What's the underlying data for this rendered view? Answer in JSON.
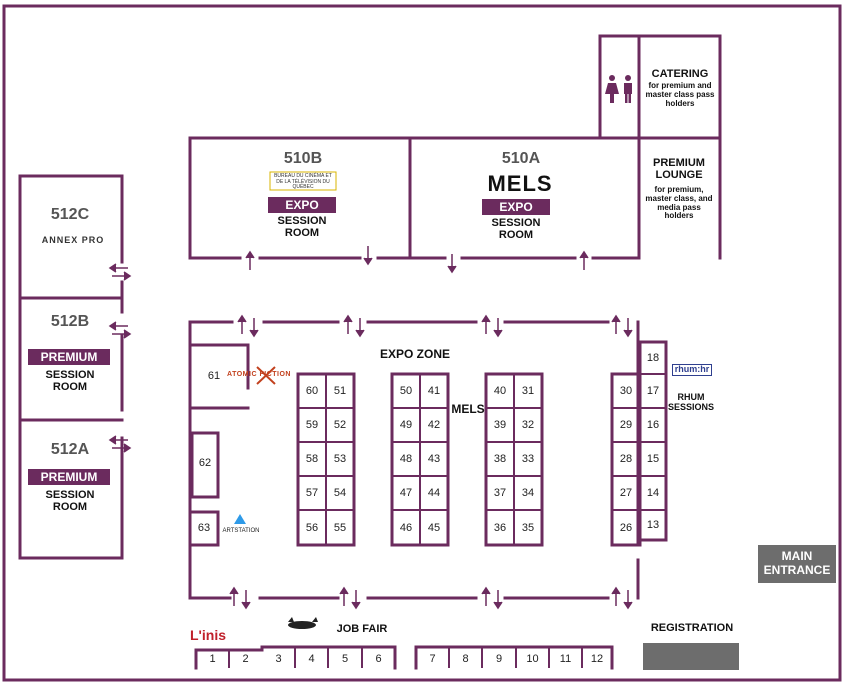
{
  "colors": {
    "wall": "#6b2b5e",
    "accent": "#6b2b5e",
    "entrance": "#6d6d6d",
    "registration": "#6d6d6d"
  },
  "rooms": {
    "r510b": {
      "title": "510B",
      "logo_text": "BUREAU DU CINÉMA ET DE LA TÉLÉVISION DU QUÉBEC",
      "tag": "EXPO",
      "line1": "SESSION",
      "line2": "ROOM"
    },
    "r510a": {
      "title": "510A",
      "brand": "MELS",
      "tag": "EXPO",
      "line1": "SESSION",
      "line2": "ROOM"
    },
    "r512c": {
      "title": "512C",
      "brand": "ANNEX PRO"
    },
    "r512b": {
      "title": "512B",
      "tag": "PREMIUM",
      "line1": "SESSION",
      "line2": "ROOM"
    },
    "r512a": {
      "title": "512A",
      "tag": "PREMIUM",
      "line1": "SESSION",
      "line2": "ROOM"
    },
    "catering": {
      "title": "CATERING",
      "sub": "for premium and master class pass holders"
    },
    "lounge": {
      "title": "PREMIUM LOUNGE",
      "sub": "for premium, master class, and media pass holders"
    }
  },
  "labels": {
    "expo_zone": "EXPO ZONE",
    "mels_center": "MELS",
    "rhum": "RHUM SESSIONS",
    "rhum_logo": "rhum:hr",
    "atomic": "ATOMIC FICTION",
    "artstation": "ARTSTATION",
    "job_fair": "JOB FAIR",
    "linis": "L'inis",
    "registration": "REGISTRATION",
    "main_entrance": "MAIN ENTRANCE",
    "restroom_icon": "restroom-icon"
  },
  "booths": {
    "b60": "60",
    "b51": "51",
    "b59": "59",
    "b52": "52",
    "b58": "58",
    "b53": "53",
    "b57": "57",
    "b54": "54",
    "b56": "56",
    "b55": "55",
    "b50": "50",
    "b41": "41",
    "b49": "49",
    "b42": "42",
    "b48": "48",
    "b43": "43",
    "b47": "47",
    "b44": "44",
    "b46": "46",
    "b45": "45",
    "b40": "40",
    "b31": "31",
    "b39": "39",
    "b32": "32",
    "b38": "38",
    "b33": "33",
    "b37": "37",
    "b34": "34",
    "b36": "36",
    "b35": "35",
    "b30": "30",
    "b29": "29",
    "b28": "28",
    "b27": "27",
    "b26": "26",
    "b18": "18",
    "b17": "17",
    "b16": "16",
    "b15": "15",
    "b14": "14",
    "b13": "13",
    "b61": "61",
    "b62": "62",
    "b63": "63",
    "b1": "1",
    "b2": "2",
    "b3": "3",
    "b4": "4",
    "b5": "5",
    "b6": "6",
    "b7": "7",
    "b8": "8",
    "b9": "9",
    "b10": "10",
    "b11": "11",
    "b12": "12"
  }
}
